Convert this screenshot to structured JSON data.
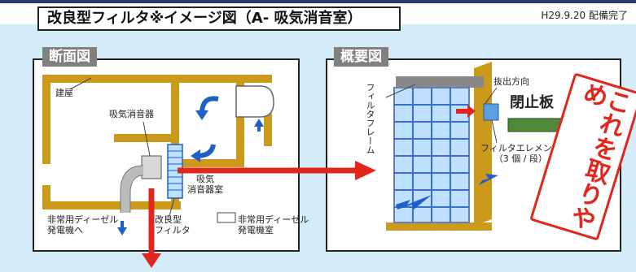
{
  "title": "改良型フィルタ※イメージ図（A- 吸気消音室）",
  "date": "H29.9.20 配備完了",
  "section_label": "断面図",
  "overview_label": "概要図",
  "labels": {
    "building": "建屋",
    "silencer": "吸気消音器",
    "silencer_room": "吸気\n消音器室",
    "generator": "非常用ディーゼル\n発電機へ",
    "filter": "改良型\nフィルタ",
    "generator_room": "非常用ディーゼル\n発電機室",
    "filter_frame": "フィルタフレーム",
    "extraction": "抜出方向",
    "blocking_plate": "閉止板",
    "filter_element": "フィルタエレメント\n（3 個 / 段）"
  },
  "stamp": "これを取りやめ",
  "colors": {
    "wall": "#cc9a1b",
    "accent_red": "#e1261c",
    "flow_blue": "#1f5fc9",
    "band": "#d4ecf8"
  }
}
